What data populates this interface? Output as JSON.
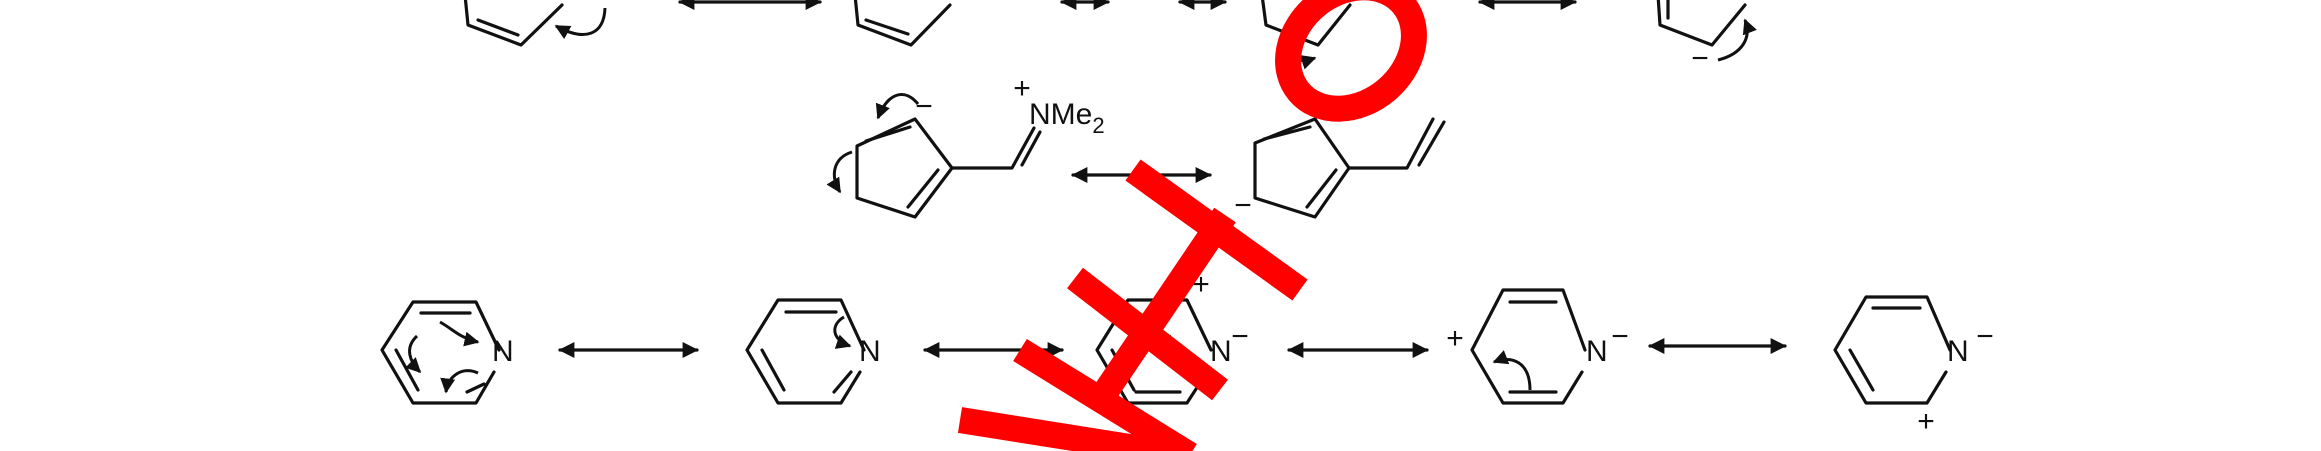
{
  "labels": {
    "n": "N",
    "nme": "NMe",
    "me_sub": "2",
    "plus": "+",
    "minus": "−"
  },
  "colors": {
    "ink": "#111111",
    "watermark": "#ff0000"
  }
}
